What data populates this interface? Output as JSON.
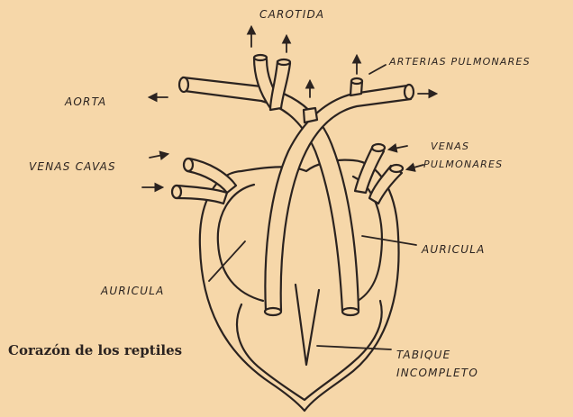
{
  "labels": {
    "carotida": "CAROTIDA",
    "arterias_pulmonares": "ARTERIAS PULMONARES",
    "aorta": "AORTA",
    "venas_cavas": "VENAS CAVAS",
    "venas_pulmonares_line1": "VENAS",
    "venas_pulmonares_line2": "PULMONARES",
    "auricula_left": "AURICULA",
    "auricula_right": "AURICULA",
    "tabique_line1": "TABIQUE",
    "tabique_line2": "INCOMPLETO"
  },
  "caption": "Corazón de los reptiles",
  "colors": {
    "paper": "#f6d7a9",
    "ink": "#2b2320"
  }
}
